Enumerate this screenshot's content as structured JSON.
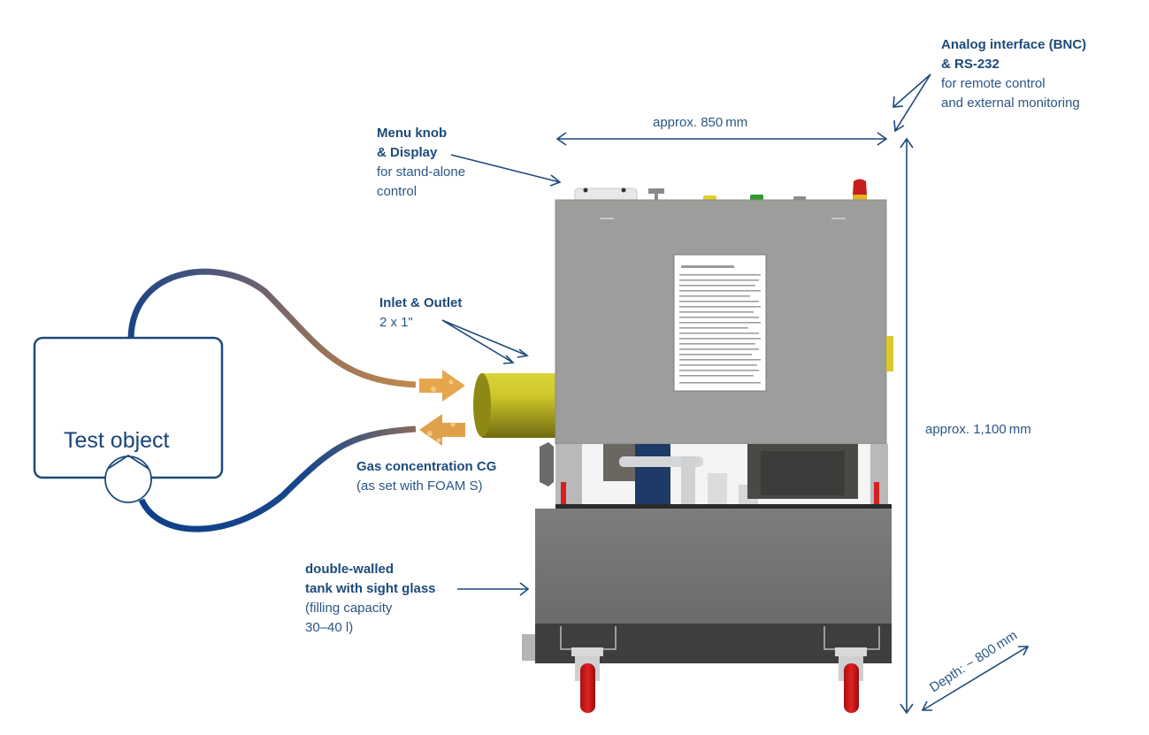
{
  "diagram": {
    "test_object": {
      "label": "Test object"
    },
    "callouts": {
      "analog_interface": {
        "title_line1": "Analog interface (BNC)",
        "title_line2": "& RS-232",
        "desc_line1": "for remote control",
        "desc_line2": "and external monitoring"
      },
      "menu_knob": {
        "title_line1": "Menu knob",
        "title_line2": "& Display",
        "desc_line1": "for stand-alone",
        "desc_line2": "control"
      },
      "inlet_outlet": {
        "title": "Inlet & Outlet",
        "desc": "2 x 1\""
      },
      "gas_concentration": {
        "title": "Gas concentration CG",
        "desc": "(as set with FOAM S)"
      },
      "tank": {
        "title_line1": "double-walled",
        "title_line2": "tank with sight glass",
        "desc_line1": "(filling capacity",
        "desc_line2": "30–40 l)"
      }
    },
    "dimensions": {
      "width": "approx. 850 mm",
      "height": "approx. 1,100 mm",
      "depth": "Depth: ~ 800 mm"
    },
    "colors": {
      "line_blue": "#1d4a7a",
      "hose_brown": "#9c7650",
      "arrow_orange": "#e4a850",
      "machine_grey": "#9a9c98",
      "tank_grey": "#6f7070",
      "base_dark": "#3a3b3b",
      "wheel_red": "#d81a1a",
      "cylinder_yellow": "#c9c21c"
    }
  }
}
